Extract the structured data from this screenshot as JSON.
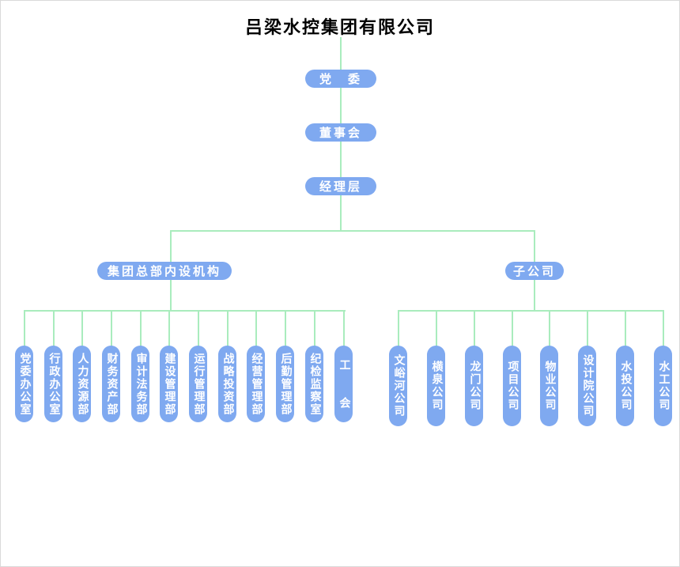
{
  "title": "吕梁水控集团有限公司",
  "colors": {
    "node_fill": "#7fa9f0",
    "node_text": "#ffffff",
    "connector": "#a9ecbd"
  },
  "hierarchy": {
    "top_nodes": [
      "党　委",
      "董事会",
      "经理层"
    ],
    "branches": [
      {
        "label": "集团总部内设机构",
        "children": [
          "党委办公室",
          "行政办公室",
          "人力资源部",
          "财务资产部",
          "审计法务部",
          "建设管理部",
          "运行管理部",
          "战略投资部",
          "经营管理部",
          "后勤管理部",
          "纪检监察室",
          "工　　会"
        ]
      },
      {
        "label": "子公司",
        "children": [
          "文峪河公司",
          "横泉公司",
          "龙门公司",
          "项目公司",
          "物业公司",
          "设计院公司",
          "水投公司",
          "水工公司"
        ]
      }
    ]
  }
}
